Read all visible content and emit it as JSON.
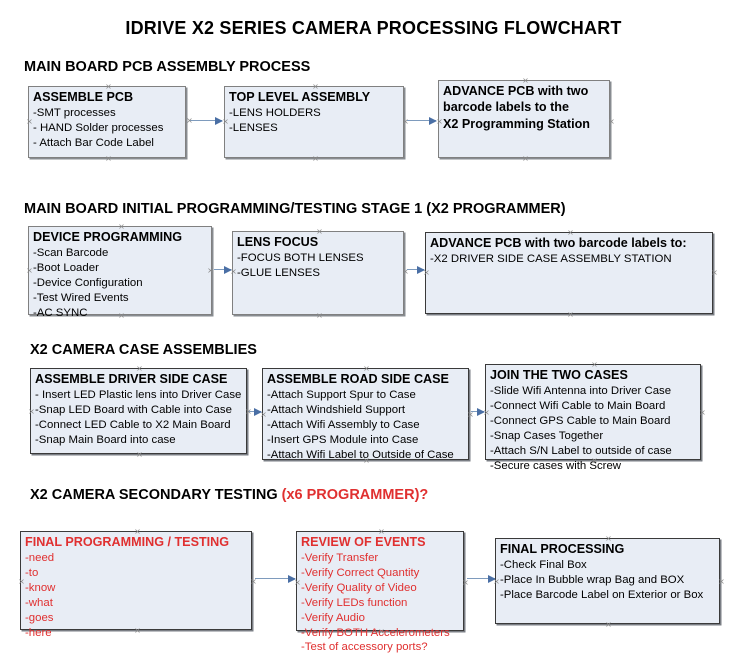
{
  "document": {
    "title": "IDRIVE X2  SERIES CAMERA PROCESSING FLOWCHART",
    "colors": {
      "box_fill": "#e8edf5",
      "box_border": "#808080",
      "accent_red": "#e03030",
      "connector": "#4a6fa5",
      "text": "#000000",
      "background": "#ffffff"
    }
  },
  "sections": [
    {
      "id": "main-board-pcb-assembly-process",
      "heading": "MAIN BOARD PCB ASSEMBLY PROCESS",
      "heading_suffix": "",
      "boxes": [
        {
          "id": "assemble-pcb",
          "title": "ASSEMBLE PCB",
          "items": [
            "-SMT processes",
            "- HAND Solder processes",
            "- Attach Bar Code Label"
          ]
        },
        {
          "id": "top-level-assembly",
          "title": "TOP LEVEL ASSEMBLY",
          "items": [
            "-LENS HOLDERS",
            "-LENSES"
          ]
        },
        {
          "id": "advance-pcb-to-x2-programming-station",
          "title": "ADVANCE PCB with two",
          "title_line2": "barcode labels to the",
          "title_line3": " X2 Programming Station",
          "items": []
        }
      ]
    },
    {
      "id": "main-board-initial-programming-testing-stage-1",
      "heading": "MAIN BOARD INITIAL PROGRAMMING/TESTING STAGE 1 (X2 PROGRAMMER)",
      "boxes": [
        {
          "id": "device-programming",
          "title": "DEVICE PROGRAMMING",
          "items": [
            "-Scan Barcode",
            "-Boot Loader",
            "-Device Configuration",
            "-Test Wired Events",
            "-AC SYNC"
          ]
        },
        {
          "id": "lens-focus",
          "title": "LENS FOCUS",
          "items": [
            "-FOCUS BOTH LENSES",
            "-GLUE LENSES"
          ]
        },
        {
          "id": "advance-pcb-to-driver-side-case-assembly",
          "title": "ADVANCE PCB with two barcode labels to:",
          "items": [
            "-X2 DRIVER  SIDE  CASE  ASSEMBLY STATION"
          ]
        }
      ]
    },
    {
      "id": "x2-camera-case-assemblies",
      "heading": "X2 CAMERA CASE ASSEMBLIES",
      "boxes": [
        {
          "id": "assemble-driver-side-case",
          "title": "ASSEMBLE DRIVER SIDE CASE",
          "items": [
            "- Insert LED Plastic lens into Driver Case",
            "-Snap LED Board with Cable into Case",
            "-Connect LED Cable to X2 Main Board",
            "-Snap Main Board into case"
          ]
        },
        {
          "id": "assemble-road-side-case",
          "title": "ASSEMBLE ROAD SIDE CASE",
          "items": [
            "-Attach Support Spur to Case",
            "-Attach Windshield Support",
            "-Attach Wifi Assembly to Case",
            "-Insert GPS Module into Case",
            "-Attach Wifi Label to Outside of Case"
          ]
        },
        {
          "id": "join-the-two-cases",
          "title": "JOIN THE TWO CASES",
          "items": [
            "-Slide Wifi Antenna into Driver Case",
            "-Connect Wifi Cable to Main Board",
            "-Connect GPS Cable to Main Board",
            "-Snap Cases Together",
            "-Attach S/N Label to outside of case",
            "-Secure cases with Screw"
          ]
        }
      ]
    },
    {
      "id": "x2-camera-secondary-testing",
      "heading": "X2 CAMERA SECONDARY TESTING ",
      "heading_suffix": "(x6 PROGRAMMER)?",
      "boxes": [
        {
          "id": "final-programming-testing",
          "title": "FINAL PROGRAMMING / TESTING",
          "items": [
            "-need",
            "-to",
            "-know",
            "-what",
            "-goes",
            "-here"
          ]
        },
        {
          "id": "review-of-events",
          "title": "REVIEW OF EVENTS",
          "items": [
            "-Verify Transfer",
            "-Verify Correct Quantity",
            "-Verify Quality of Video",
            "-Verify LEDs function",
            "-Verify Audio",
            "-Verify BOTH Accelerometers",
            "-Test of accessory ports?"
          ]
        },
        {
          "id": "final-processing",
          "title": "FINAL PROCESSING",
          "items": [
            " -Check Final Box",
            "-Place In Bubble wrap Bag and BOX",
            "-Place Barcode Label on Exterior or Box"
          ]
        }
      ]
    }
  ],
  "connectors": [
    {
      "id": "conn-assemble-pcb-to-top-level"
    },
    {
      "id": "conn-top-level-to-advance-pcb"
    },
    {
      "id": "conn-device-programming-to-lens-focus"
    },
    {
      "id": "conn-lens-focus-to-advance-pcb"
    },
    {
      "id": "conn-driver-case-to-road-case"
    },
    {
      "id": "conn-road-case-to-join-cases"
    },
    {
      "id": "conn-final-programming-to-review"
    },
    {
      "id": "conn-review-to-final-processing"
    }
  ]
}
